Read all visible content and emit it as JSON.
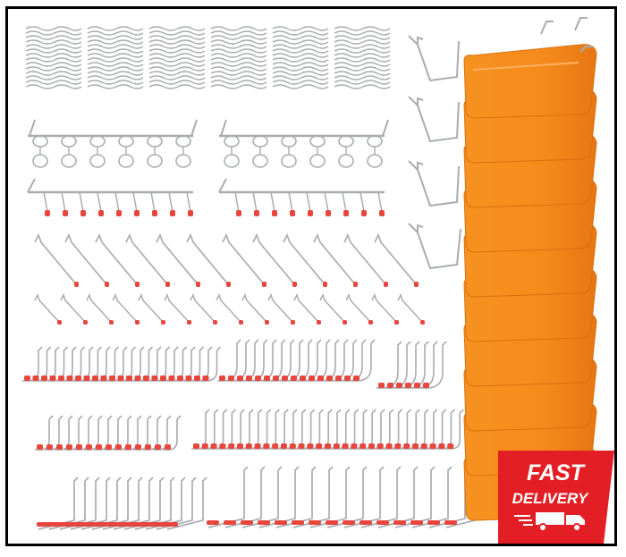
{
  "product": {
    "description_icon": "pegboard-hook-assortment-with-orange-bins"
  },
  "badge": {
    "line1": "FAST",
    "line2": "DELIVERY",
    "icon": "delivery-truck-icon"
  },
  "colors": {
    "frame": "#000000",
    "metal": "#a9acb0",
    "metal_light": "#d6d8db",
    "tip_red": "#e8453c",
    "bin_orange": "#f4871f",
    "bin_orange_dark": "#d9700f",
    "badge_red": "#e31e24"
  }
}
